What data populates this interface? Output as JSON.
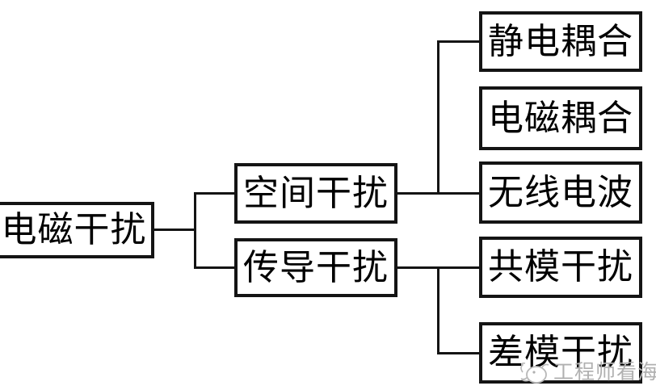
{
  "diagram": {
    "title": "electromagnetic-interference-classification",
    "root": {
      "label": "电磁干扰"
    },
    "branches": [
      {
        "label": "空间干扰"
      },
      {
        "label": "传导干扰"
      }
    ],
    "leaves": [
      {
        "label": "静电耦合",
        "parent": "空间干扰"
      },
      {
        "label": "电磁耦合",
        "parent": "空间干扰"
      },
      {
        "label": "无线电波",
        "parent": "空间干扰"
      },
      {
        "label": "共模干扰",
        "parent": "传导干扰"
      },
      {
        "label": "差模干扰",
        "parent": "传导干扰"
      }
    ]
  },
  "watermark": {
    "text": "工程师看海",
    "icon": "whale-icon",
    "color": "#b0b0b0"
  },
  "colors": {
    "line": "#141414",
    "box_background": "#ffffff",
    "text": "#000000"
  }
}
